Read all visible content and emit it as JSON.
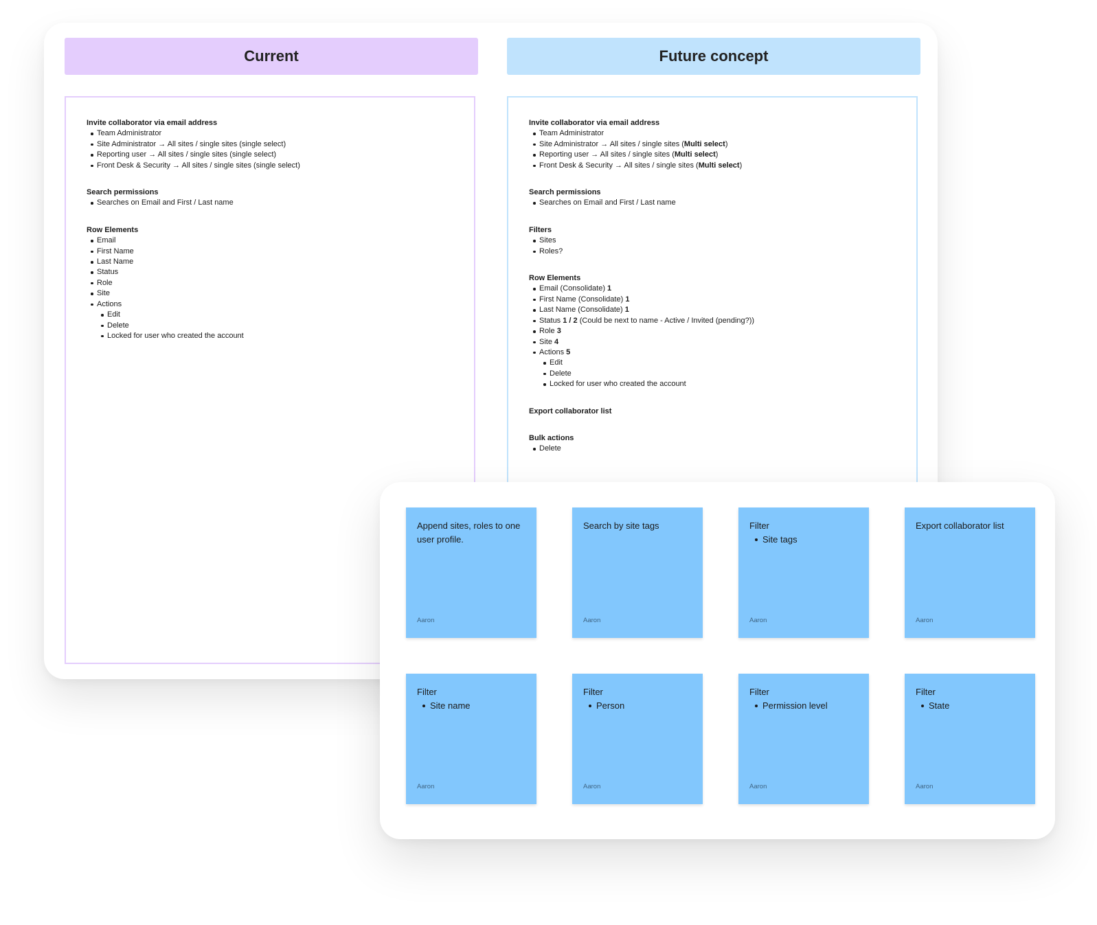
{
  "current": {
    "header": "Current",
    "sections": {
      "invite": {
        "title": "Invite collaborator via email address",
        "items": [
          "Team Administrator",
          "Site Administrator → All sites / single sites (single select)",
          "Reporting user → All sites / single sites (single select)",
          "Front Desk & Security → All sites / single sites (single select)"
        ]
      },
      "search": {
        "title": "Search permissions",
        "items": [
          "Searches on Email and First / Last name"
        ]
      },
      "row": {
        "title": "Row Elements",
        "items": [
          "Email",
          "First Name",
          "Last Name",
          "Status",
          "Role",
          "Site",
          "Actions"
        ],
        "actions": [
          "Edit",
          "Delete",
          "Locked for user who created the account"
        ]
      }
    }
  },
  "future": {
    "header": "Future concept",
    "sections": {
      "invite": {
        "title": "Invite collaborator via email address",
        "items": {
          "team": "Team Administrator",
          "site_admin": "Site Administrator → All sites / single sites (",
          "reporting": "Reporting user → All sites / single sites (",
          "front_desk": "Front Desk & Security → All sites / single sites (",
          "multi": "Multi select",
          "close": ")"
        }
      },
      "search": {
        "title": "Search permissions",
        "items": [
          "Searches on Email and First / Last name"
        ]
      },
      "filters": {
        "title": "Filters",
        "items": [
          "Sites",
          "Roles?"
        ]
      },
      "row": {
        "title": "Row Elements",
        "email": "Email (Consolidate) ",
        "email_num": "1",
        "first": "First Name (Consolidate) ",
        "first_num": "1",
        "last": "Last Name (Consolidate) ",
        "last_num": "1",
        "status": "Status ",
        "status_num": "1 / 2",
        "status_note": " (Could be next to name - Active / Invited (pending?))",
        "role": "Role ",
        "role_num": "3",
        "site": "Site ",
        "site_num": "4",
        "actions": "Actions ",
        "actions_num": "5",
        "action_items": [
          "Edit",
          "Delete",
          "Locked for user who created the account"
        ]
      },
      "export": {
        "title": "Export collaborator list"
      },
      "bulk": {
        "title": "Bulk actions",
        "items": [
          "Delete"
        ]
      }
    }
  },
  "stickies": [
    {
      "text": "Append sites, roles to one user profile.",
      "author": "Aaron"
    },
    {
      "text": "Search by site tags",
      "author": "Aaron"
    },
    {
      "text": "Filter",
      "bullet": "Site tags",
      "author": "Aaron"
    },
    {
      "text": "Export collaborator list",
      "author": "Aaron"
    },
    {
      "text": "Filter",
      "bullet": "Site name",
      "author": "Aaron"
    },
    {
      "text": "Filter",
      "bullet": "Person",
      "author": "Aaron"
    },
    {
      "text": "Filter",
      "bullet": "Permission level",
      "author": "Aaron"
    },
    {
      "text": "Filter",
      "bullet": "State",
      "author": "Aaron"
    }
  ],
  "colors": {
    "current_accent": "#e4cdfd",
    "future_accent": "#c0e3fd",
    "sticky": "#82c7fd"
  }
}
